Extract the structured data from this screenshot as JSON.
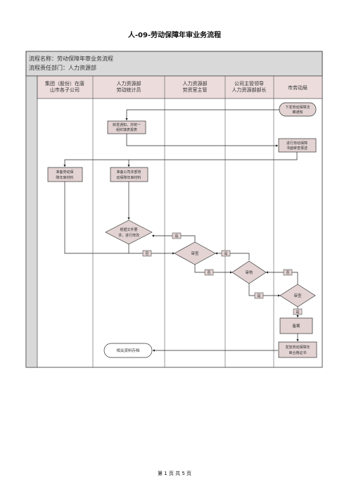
{
  "title": "人-09-劳动保障年审业务流程",
  "header": {
    "flow_name": "流程名称：劳动保障年审业务流程",
    "flow_owner": "流程责任部门：人力资源部"
  },
  "lanes": [
    {
      "line1": "集团（股份）在唐",
      "line2": "山市各子公司"
    },
    {
      "line1": "人力资源部",
      "line2": "劳动统计员"
    },
    {
      "line1": "人力资源部",
      "line2": "劳资室主管"
    },
    {
      "line1": "公司主管领导",
      "line2": "人力资源部部长"
    },
    {
      "line1": "市劳动局",
      "line2": ""
    }
  ],
  "nodes": {
    "issue_notice": {
      "line1": "下发劳动保障法",
      "line2": "察通知"
    },
    "forward_notice": {
      "line1": "转发通知，并统一",
      "line2": "组织填表报表"
    },
    "annual_review": {
      "line1": "进行劳动保障",
      "line2": "书面审查报送"
    },
    "prepare_sub": {
      "line1": "准备劳动保",
      "line2": "障年审材料"
    },
    "prepare_company": {
      "line1": "准备公司本部劳",
      "line2": "动保障年审材料"
    },
    "modify_decision": {
      "line1": "根据文件要",
      "line2": "求，进行修改"
    },
    "review_supervisor": {
      "line1": "审查",
      "line2": ""
    },
    "approve_leader": {
      "line1": "审核",
      "line2": ""
    },
    "review_bureau": {
      "line1": "审查",
      "line2": ""
    },
    "record": {
      "line1": "备案",
      "line2": ""
    },
    "issue_certificate": {
      "line1": "发放劳动保障年",
      "line2": "审合格证书"
    },
    "archive": {
      "line1": "相关资料存档",
      "line2": ""
    }
  },
  "edge_labels": {
    "no_1": "否",
    "yes_1": "是",
    "yes_2": "是",
    "no_2": "否",
    "no_3": "否",
    "yes_3": "是",
    "yes_4": "是"
  },
  "footer": "第 1 页 共 5 页",
  "colors": {
    "header_bg": "#d9d9d9",
    "lane_header_bg": "#ecdcdc",
    "node_bg": "#e3d3d3",
    "border": "#333333",
    "grid": "#555555"
  }
}
